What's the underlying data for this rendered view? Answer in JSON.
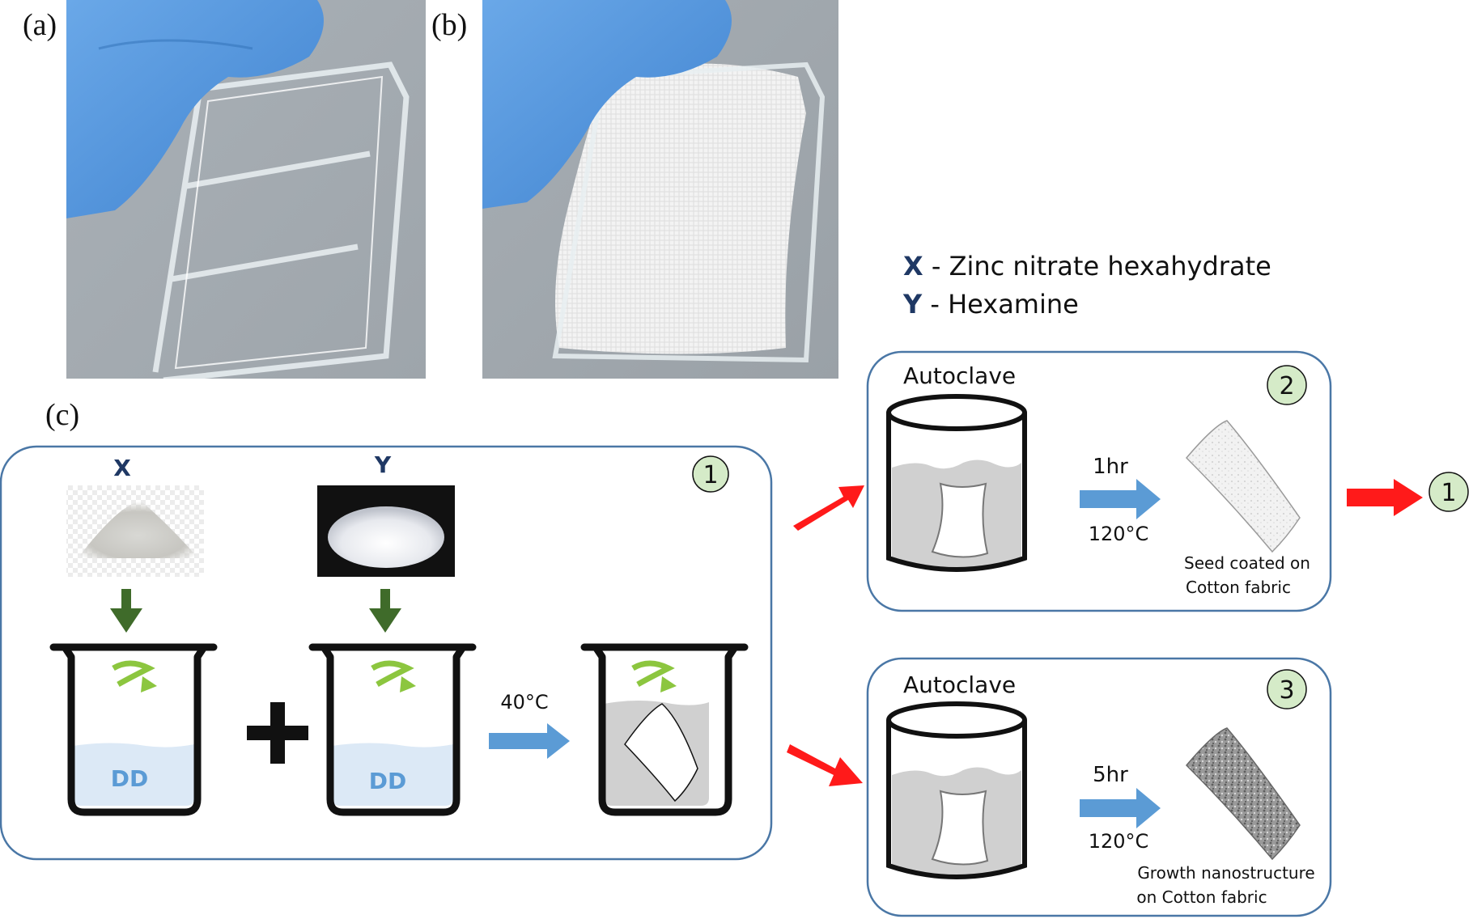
{
  "panels": {
    "a": "(a)",
    "b": "(b)",
    "c": "(c)"
  },
  "legend": {
    "x_key": "X",
    "x_text": " - Zinc nitrate hexahydrate",
    "y_key": "Y",
    "y_text": " - Hexamine"
  },
  "step1": {
    "badge": "1",
    "x_label": "X",
    "y_label": "Y",
    "beaker_left_label": "DD",
    "beaker_mid_label": "DD",
    "temperature": "40°C"
  },
  "step2": {
    "title": "Autoclave",
    "badge": "2",
    "time": "1hr",
    "temperature": "120°C",
    "caption_line1": "Seed coated on",
    "caption_line2": "Cotton fabric",
    "return_badge": "1"
  },
  "step3": {
    "title": "Autoclave",
    "badge": "3",
    "time": "5hr",
    "temperature": "120°C",
    "caption_line1": "Growth nanostructure",
    "caption_line2": "on Cotton fabric"
  },
  "colors": {
    "box_border": "#4a77a6",
    "badge_fill": "#d5ebc8",
    "process_arrow": "#5b9bd5",
    "flow_arrow": "#ff1a1a",
    "down_arrow": "#3f6b2a",
    "stir_arrow": "#8cc63f",
    "key_letter": "#1f3864",
    "liquid": "#dce9f6",
    "solution": "#d0d0d0"
  }
}
